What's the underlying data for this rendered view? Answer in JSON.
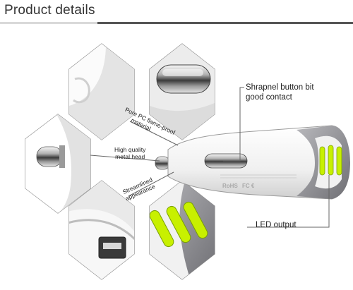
{
  "header": {
    "title": "Product details"
  },
  "callouts": {
    "pure_pc_line1": "Pure PC flame-proof",
    "pure_pc_line2": "material",
    "metal_head_line1": "High quality",
    "metal_head_line2": "metal head",
    "streamlined_line1": "Streamlined",
    "streamlined_line2": "appearance",
    "shrapnel_line1": "Shrapnel button bit",
    "shrapnel_line2": "good contact",
    "led_output": "LED output"
  },
  "product": {
    "rohs_mark": "RoHS",
    "ce_mark": "FC €"
  },
  "colors": {
    "led_green": "#c8f000",
    "body_white": "#f4f4f4",
    "grey_shell": "#8f8f93",
    "line_color": "#666666"
  }
}
